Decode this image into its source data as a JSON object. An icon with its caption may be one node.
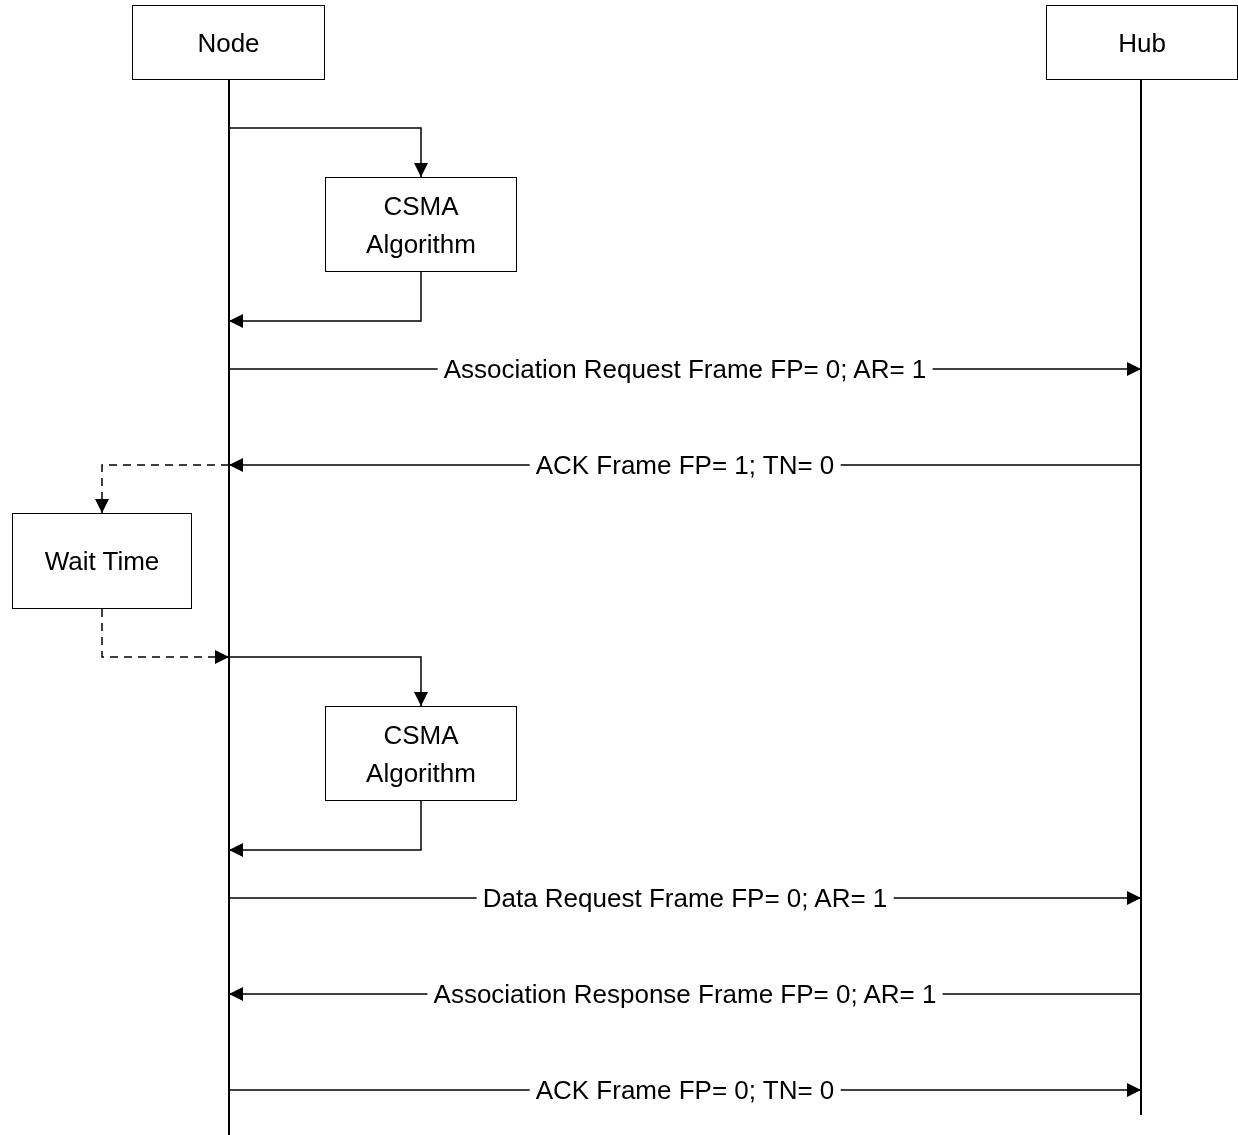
{
  "diagram": {
    "nodes": [
      {
        "text": [
          "Node"
        ]
      },
      {
        "text": [
          "Hub"
        ]
      },
      {
        "text": [
          "CSMA Algorithm"
        ]
      },
      {
        "text": [
          "Wait Time"
        ]
      },
      {
        "text": [
          "CSMA Algorithm"
        ]
      }
    ],
    "edges": [
      {
        "from": 0,
        "to": 2,
        "arrow": "to"
      },
      {
        "from": 2,
        "to": 0,
        "arrow": "to"
      },
      {
        "from": 0,
        "to": 1,
        "arrow": "to",
        "label": "Association Request Frame FP= 0; AR= 1"
      },
      {
        "from": 1,
        "to": 0,
        "arrow": "to",
        "label": "ACK Frame FP= 1; TN= 0"
      },
      {
        "from": 0,
        "to": 3,
        "arrow": "to",
        "style": "dashed"
      },
      {
        "from": 3,
        "to": 0,
        "arrow": "to",
        "style": "dashed"
      },
      {
        "from": 0,
        "to": 4,
        "arrow": "to"
      },
      {
        "from": 4,
        "to": 0,
        "arrow": "to"
      },
      {
        "from": 0,
        "to": 1,
        "arrow": "to",
        "label": "Data Request Frame FP= 0; AR= 1"
      },
      {
        "from": 1,
        "to": 0,
        "arrow": "to",
        "label": "Association Response Frame FP= 0; AR= 1"
      },
      {
        "from": 0,
        "to": 1,
        "arrow": "to",
        "label": "ACK Frame FP= 0; TN= 0"
      }
    ]
  }
}
